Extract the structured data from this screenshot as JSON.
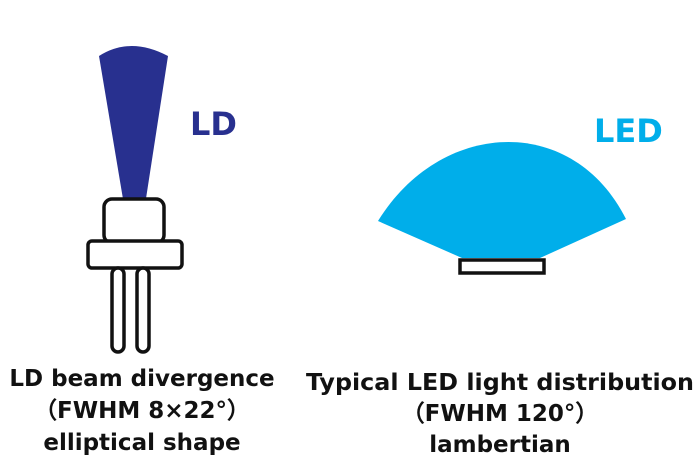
{
  "ld": {
    "name": "LD",
    "caption_line1": "LD beam divergence",
    "caption_line2": "（FWHM 8×22°）",
    "caption_line3": "elliptical shape"
  },
  "led": {
    "name": "LED",
    "caption_line1": "Typical LED light distribution",
    "caption_line2": "（FWHM 120°）",
    "caption_line3": "lambertian"
  },
  "colors": {
    "ld_beam": "#28308f",
    "led_beam": "#00aeea",
    "outline": "#111111"
  }
}
